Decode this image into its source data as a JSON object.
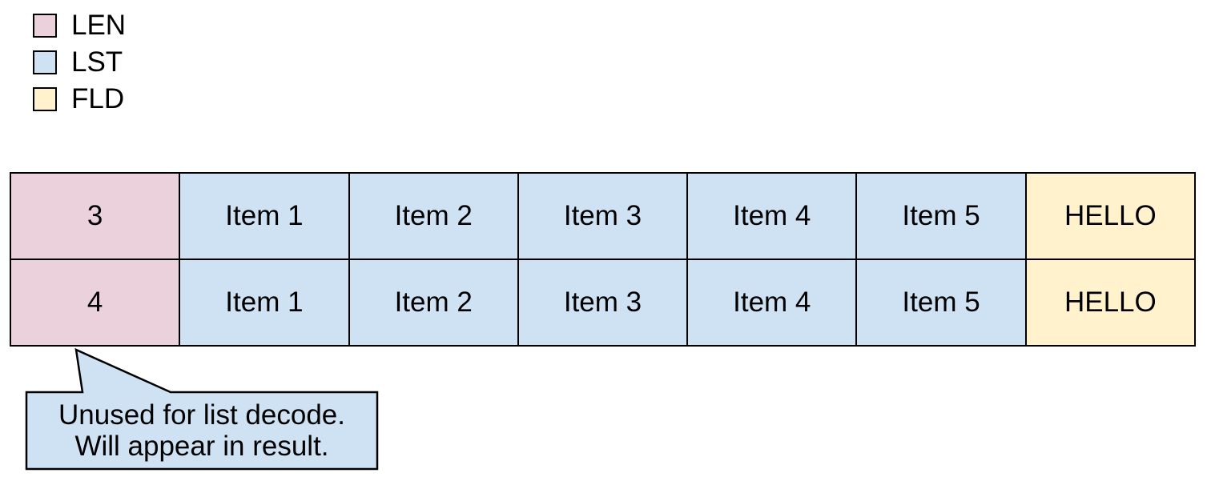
{
  "legend": {
    "items": [
      {
        "label": "LEN",
        "color": "#ead1dc"
      },
      {
        "label": "LST",
        "color": "#cfe2f3"
      },
      {
        "label": "FLD",
        "color": "#fff2cc"
      }
    ]
  },
  "table": {
    "rows": [
      {
        "cells": [
          {
            "text": "3",
            "type": "len"
          },
          {
            "text": "Item 1",
            "type": "lst"
          },
          {
            "text": "Item 2",
            "type": "lst"
          },
          {
            "text": "Item 3",
            "type": "lst"
          },
          {
            "text": "Item 4",
            "type": "lst"
          },
          {
            "text": "Item 5",
            "type": "lst"
          },
          {
            "text": "HELLO",
            "type": "fld"
          }
        ]
      },
      {
        "cells": [
          {
            "text": "4",
            "type": "len"
          },
          {
            "text": "Item 1",
            "type": "lst"
          },
          {
            "text": "Item 2",
            "type": "lst"
          },
          {
            "text": "Item 3",
            "type": "lst"
          },
          {
            "text": "Item 4",
            "type": "lst"
          },
          {
            "text": "Item 5",
            "type": "lst"
          },
          {
            "text": "HELLO",
            "type": "fld"
          }
        ]
      }
    ]
  },
  "callout": {
    "line1": "Unused for list decode.",
    "line2": "Will appear in result.",
    "fill": "#cfe2f3"
  },
  "colors": {
    "len": "#ead1dc",
    "lst": "#cfe2f3",
    "fld": "#fff2cc",
    "border": "#000000",
    "background": "#ffffff"
  }
}
